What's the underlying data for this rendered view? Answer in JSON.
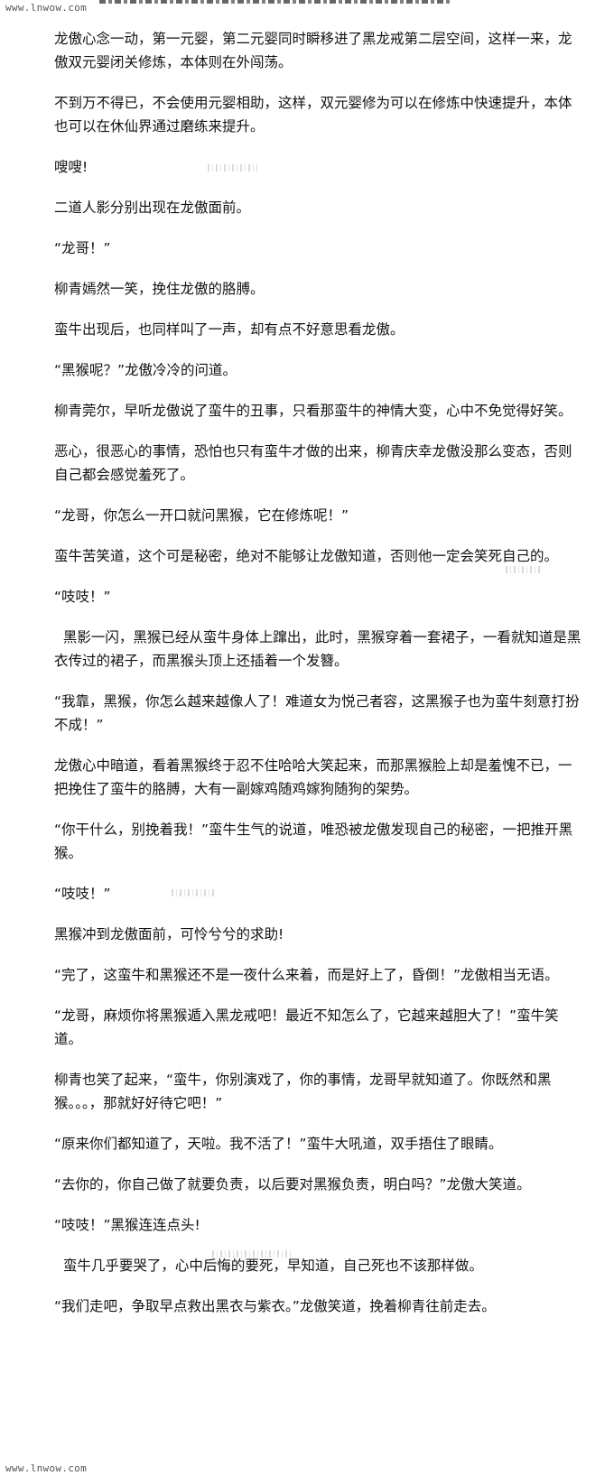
{
  "watermark_top": "www.lnwow.com",
  "watermark_bottom": "www.lnwow.com",
  "paragraphs": [
    "龙傲心念一动，第一元婴，第二元婴同时瞬移进了黑龙戒第二层空间，这样一来，龙傲双元婴闭关修炼，本体则在外闯荡。",
    "不到万不得已，不会使用元婴相助，这样，双元婴修为可以在修炼中快速提升，本体也可以在休仙界通过磨练来提升。",
    "嗖嗖!",
    "二道人影分别出现在龙傲面前。",
    "“龙哥！”",
    "柳青嫣然一笑，挽住龙傲的胳膊。",
    "蛮牛出现后，也同样叫了一声，却有点不好意思看龙傲。",
    "“黑猴呢？”龙傲冷冷的问道。",
    "柳青莞尔，早听龙傲说了蛮牛的丑事，只看那蛮牛的神情大变，心中不免觉得好笑。",
    "恶心，很恶心的事情，恐怕也只有蛮牛才做的出来，柳青庆幸龙傲没那么变态，否则自己都会感觉羞死了。",
    "“龙哥，你怎么一开口就问黑猴，它在修炼呢！”",
    "蛮牛苦笑道，这个可是秘密，绝对不能够让龙傲知道，否则他一定会笑死自己的。",
    "“吱吱！”",
    "  黑影一闪，黑猴已经从蛮牛身体上蹿出，此时，黑猴穿着一套裙子，一看就知道是黑衣传过的裙子，而黑猴头顶上还插着一个发簪。",
    "“我靠，黑猴，你怎么越来越像人了！难道女为悦己者容，这黑猴子也为蛮牛刻意打扮不成！”",
    "龙傲心中暗道，看着黑猴终于忍不住哈哈大笑起来，而那黑猴脸上却是羞愧不已，一把挽住了蛮牛的胳膊，大有一副嫁鸡随鸡嫁狗随狗的架势。",
    "“你干什么，别挽着我！”蛮牛生气的说道，唯恐被龙傲发现自己的秘密，一把推开黑猴。",
    "“吱吱！”",
    "黑猴冲到龙傲面前，可怜兮兮的求助!",
    "“完了，这蛮牛和黑猴还不是一夜什么来着，而是好上了，昏倒！”龙傲相当无语。",
    "“龙哥，麻烦你将黑猴遁入黑龙戒吧！最近不知怎么了，它越来越胆大了！”蛮牛笑道。",
    "柳青也笑了起来，“蛮牛，你别演戏了，你的事情，龙哥早就知道了。你既然和黑猴。。。，那就好好待它吧！”",
    "“原来你们都知道了，天啦。我不活了！”蛮牛大吼道，双手捂住了眼睛。",
    "“去你的，你自己做了就要负责，以后要对黑猴负责，明白吗？”龙傲大笑道。",
    "“吱吱！”黑猴连连点头!",
    "  蛮牛几乎要哭了，心中后悔的要死，早知道，自己死也不该那样做。",
    "“我们走吧，争取早点救出黑衣与紫衣。”龙傲笑道，挽着柳青往前走去。"
  ]
}
